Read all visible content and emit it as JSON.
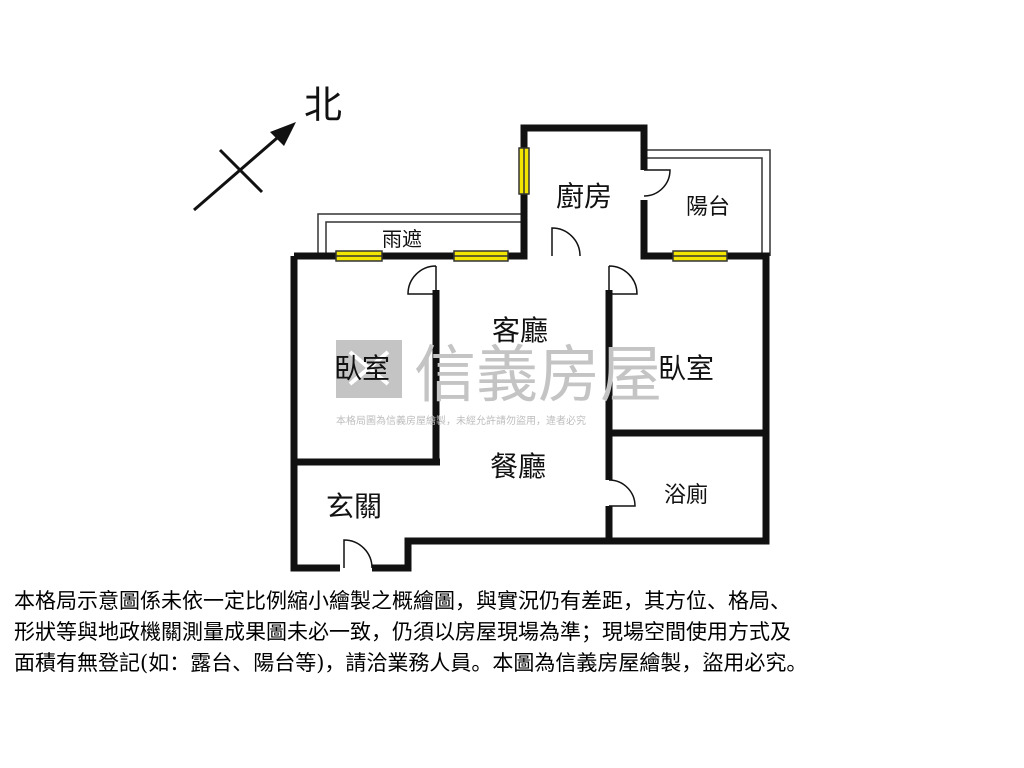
{
  "compass": {
    "label": "北"
  },
  "rooms": {
    "kitchen": "廚房",
    "balcony": "陽台",
    "canopy": "雨遮",
    "living_room": "客廳",
    "bedroom_left": "臥室",
    "bedroom_right": "臥室",
    "dining_room": "餐廳",
    "entrance": "玄關",
    "bathroom": "浴廁"
  },
  "watermark": {
    "brand": "信義房屋",
    "notice": "本格局圖為信義房屋繪製，未經允許請勿盜用，違者必究"
  },
  "disclaimer": {
    "lines": [
      "本格局示意圖係未依一定比例縮小繪製之概繪圖，與實況仍有差距，其方位、格局、",
      "形狀等與地政機關測量成果圖未必一致，仍須以房屋現場為準；現場空間使用方式及",
      "面積有無登記(如：露台、陽台等)，請洽業務人員。本圖為信義房屋繪製，盜用必究。"
    ]
  },
  "colors": {
    "wall": "#111111",
    "window": "#f2e600",
    "watermark": "#c4c4c4"
  }
}
